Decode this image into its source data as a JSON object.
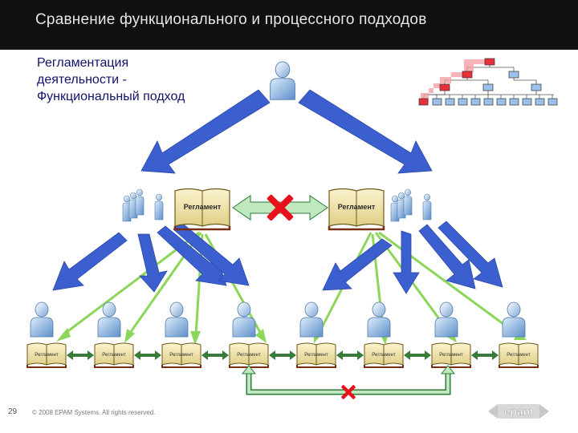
{
  "slide": {
    "header_title": "Сравнение функционального и процессного подходов",
    "subtitle_lines": [
      "Регламентация",
      "деятельности -",
      "Функциональный подход"
    ],
    "top_book_label": "Регламент",
    "bottom_book_label": "Регламент",
    "page_number": "29",
    "copyright": "© 2008 EPAM Systems. All rights reserved.",
    "logo_text": "epam"
  },
  "colors": {
    "header_bg": "#101010",
    "subtitle_text": "#12126b",
    "blue_arrow": "#3b5fcf",
    "green_arrow": "#8cd65a",
    "dark_green_arrow": "#3a7a3a",
    "light_green_arrow": "#bfe8bf",
    "red_cross": "#e8101a",
    "book_cover": "#f1e6a8",
    "person": "#8eb6e0"
  },
  "icons": [
    "person-icon",
    "book-icon",
    "red-x-icon",
    "org-chart-icon",
    "epam-logo-icon"
  ]
}
